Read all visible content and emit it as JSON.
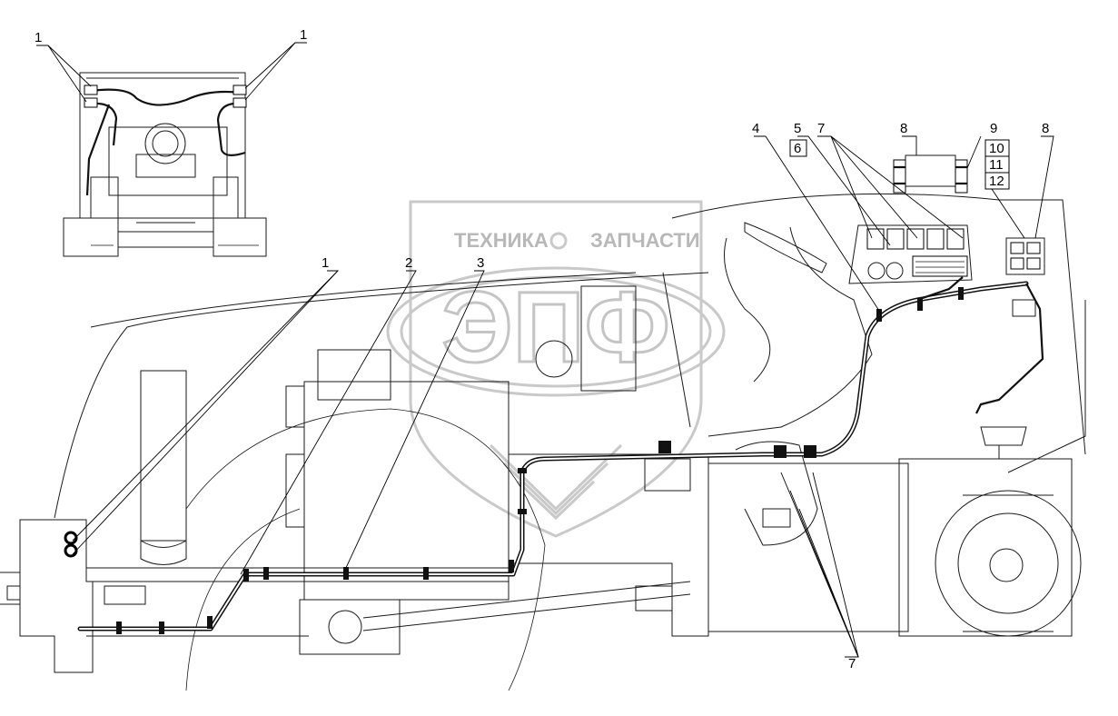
{
  "watermark": {
    "brand_left": "ТЕХНИКА",
    "brand_right": "ЗАПЧАСТИ",
    "logo_text": "ЭПФ"
  },
  "callouts": [
    {
      "id": "c1a",
      "text": "1"
    },
    {
      "id": "c1b",
      "text": "1"
    },
    {
      "id": "c1c",
      "text": "1"
    },
    {
      "id": "c2",
      "text": "2"
    },
    {
      "id": "c3",
      "text": "3"
    },
    {
      "id": "c4",
      "text": "4"
    },
    {
      "id": "c5",
      "text": "5"
    },
    {
      "id": "c6",
      "text": "6"
    },
    {
      "id": "c7a",
      "text": "7"
    },
    {
      "id": "c8a",
      "text": "8"
    },
    {
      "id": "c8b",
      "text": "8"
    },
    {
      "id": "c9",
      "text": "9"
    },
    {
      "id": "c10",
      "text": "10"
    },
    {
      "id": "c11",
      "text": "11"
    },
    {
      "id": "c12",
      "text": "12"
    },
    {
      "id": "c7b",
      "text": "7"
    }
  ]
}
